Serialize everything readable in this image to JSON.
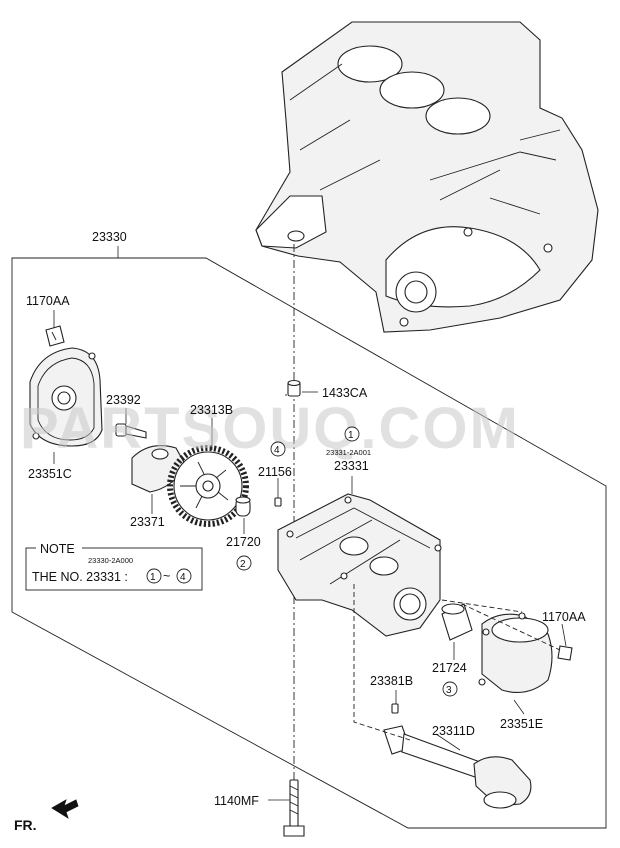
{
  "watermark": "PARTSOUQ.COM",
  "assembly_label": "23330",
  "parts": {
    "bolt_1170AA_left": "1170AA",
    "cover_23351C": "23351C",
    "bolt_23392": "23392",
    "gear_23313B": "23313B",
    "chain_guide_23371": "23371",
    "pin_1433CA": "1433CA",
    "pin_21156": "21156",
    "bushing_21720": "21720",
    "housing_23331": "23331",
    "housing_23331_sub": "23331-2A001",
    "bolt_1170AA_right": "1170AA",
    "bushing_21724": "21724",
    "cover_23351E": "23351E",
    "key_23381B": "23381B",
    "shaft_23311D": "23311D",
    "bolt_1140MF": "1140MF"
  },
  "callouts": {
    "c_21720": "2",
    "c_21156": "4",
    "c_23331": "1",
    "c_21724": "3"
  },
  "note": {
    "title": "NOTE",
    "sub": "23330-2A000",
    "text_prefix": "THE NO. 23331 :",
    "range_start": "1",
    "range_sep": "~",
    "range_end": "4"
  },
  "direction": {
    "label": "FR."
  }
}
